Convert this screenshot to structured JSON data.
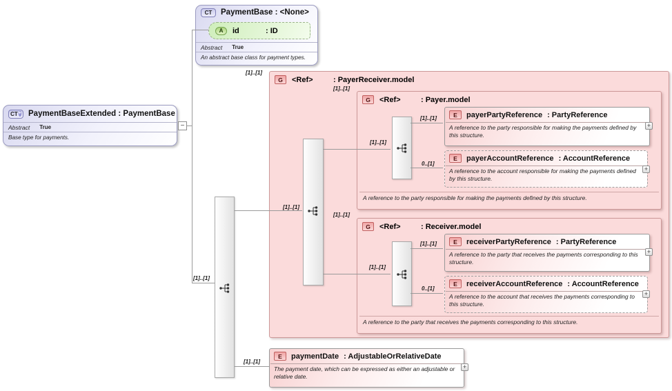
{
  "icons": {
    "expand": "+",
    "collapse": "−",
    "derived": "+"
  },
  "main_box": {
    "badge": "CT",
    "title": "PaymentBaseExtended : PaymentBase",
    "abstract_label": "Abstract",
    "abstract_value": "True",
    "annotation": "Base type for payments."
  },
  "parent_box": {
    "badge": "CT",
    "title": "PaymentBase : <None>",
    "attribute": {
      "badge": "A",
      "name": "id",
      "type": ": ID"
    },
    "abstract_label": "Abstract",
    "abstract_value": "True",
    "annotation": "An abstract base class for payment types."
  },
  "main_sequence": {
    "multiplicity": "[1]..[1]"
  },
  "payer_receiver_group": {
    "badge": "G",
    "name": "<Ref>",
    "type": ": PayerReceiver.model",
    "ref_multiplicity": "[1]..[1]",
    "content_multiplicity": "[1]..[1]"
  },
  "payer_group": {
    "badge": "G",
    "name": "<Ref>",
    "type": ": Payer.model",
    "ref_multiplicity": "[1]..[1]",
    "content_multiplicity": "[1]..[1]",
    "annotation": "A reference to the party responsible for making the payments defined by this structure."
  },
  "receiver_group": {
    "badge": "G",
    "name": "<Ref>",
    "type": ": Receiver.model",
    "ref_multiplicity": "[1]..[1]",
    "content_multiplicity": "[1]..[1]",
    "annotation": "A reference to the party that receives the payments corresponding to this structure."
  },
  "elements": {
    "payer_party": {
      "badge": "E",
      "name": "payerPartyReference",
      "type": ": PartyReference",
      "multiplicity": "[1]..[1]",
      "annotation": "A reference to the party responsible for making the payments defined by this structure."
    },
    "payer_account": {
      "badge": "E",
      "name": "payerAccountReference",
      "type": ": AccountReference",
      "multiplicity": "0..[1]",
      "annotation": "A reference to the account responsible for making the payments defined by this structure."
    },
    "receiver_party": {
      "badge": "E",
      "name": "receiverPartyReference",
      "type": ": PartyReference",
      "multiplicity": "[1]..[1]",
      "annotation": "A reference to the party that receives the payments corresponding to this structure."
    },
    "receiver_account": {
      "badge": "E",
      "name": "receiverAccountReference",
      "type": ": AccountReference",
      "multiplicity": "0..[1]",
      "annotation": "A reference to the account that receives the payments corresponding to this structure."
    },
    "payment_date": {
      "badge": "E",
      "name": "paymentDate",
      "type": ": AdjustableOrRelativeDate",
      "multiplicity": "[1]..[1]",
      "annotation": "The payment date, which can be expressed as either an adjustable or relative date."
    }
  },
  "colors": {
    "group_bg": "#fbdbdb",
    "group_border": "#cc9898",
    "element_accent": "#f8d2d2",
    "ct_bg": "#d9d9f0",
    "ct_border": "#9a9ac0",
    "attribute_bg": "#cfeebb",
    "line": "#9a9a9a"
  }
}
